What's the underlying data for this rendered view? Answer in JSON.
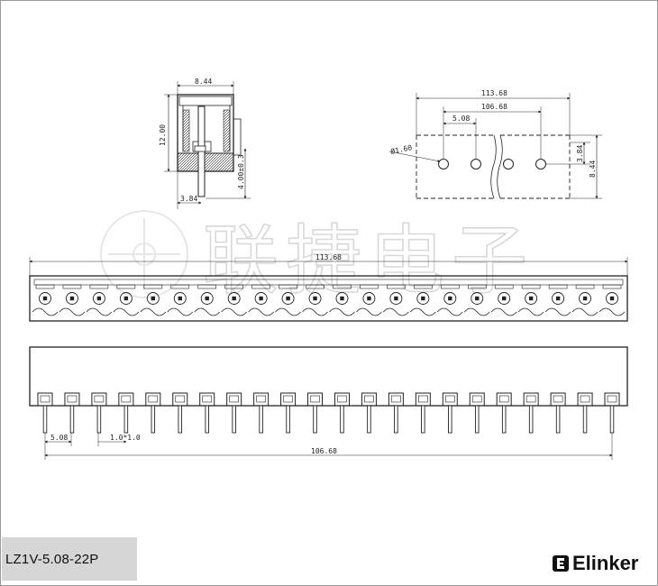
{
  "product": {
    "part_number": "LZ1V-5.08-22P",
    "brand": "Elinker",
    "watermark": "联捷电子",
    "pin_count": 22
  },
  "side_view": {
    "width": "8.44",
    "height": "12.00",
    "pin_depth": "4.00±0.3",
    "offset": "3.84"
  },
  "top_detail": {
    "overall": "113.68",
    "pin_span": "106.68",
    "pitch": "5.08",
    "hole": "Ø1.60",
    "row_offset": "3.84",
    "depth": "8.44"
  },
  "top_view": {
    "length": "113.68"
  },
  "front_view": {
    "pitch": "5.08",
    "pin_size": "1.0*1.0",
    "pin_span": "106.68"
  },
  "colors": {
    "line": "#222222",
    "label_bg": "#d6d6d6",
    "watermark": "#dcdcdc"
  }
}
